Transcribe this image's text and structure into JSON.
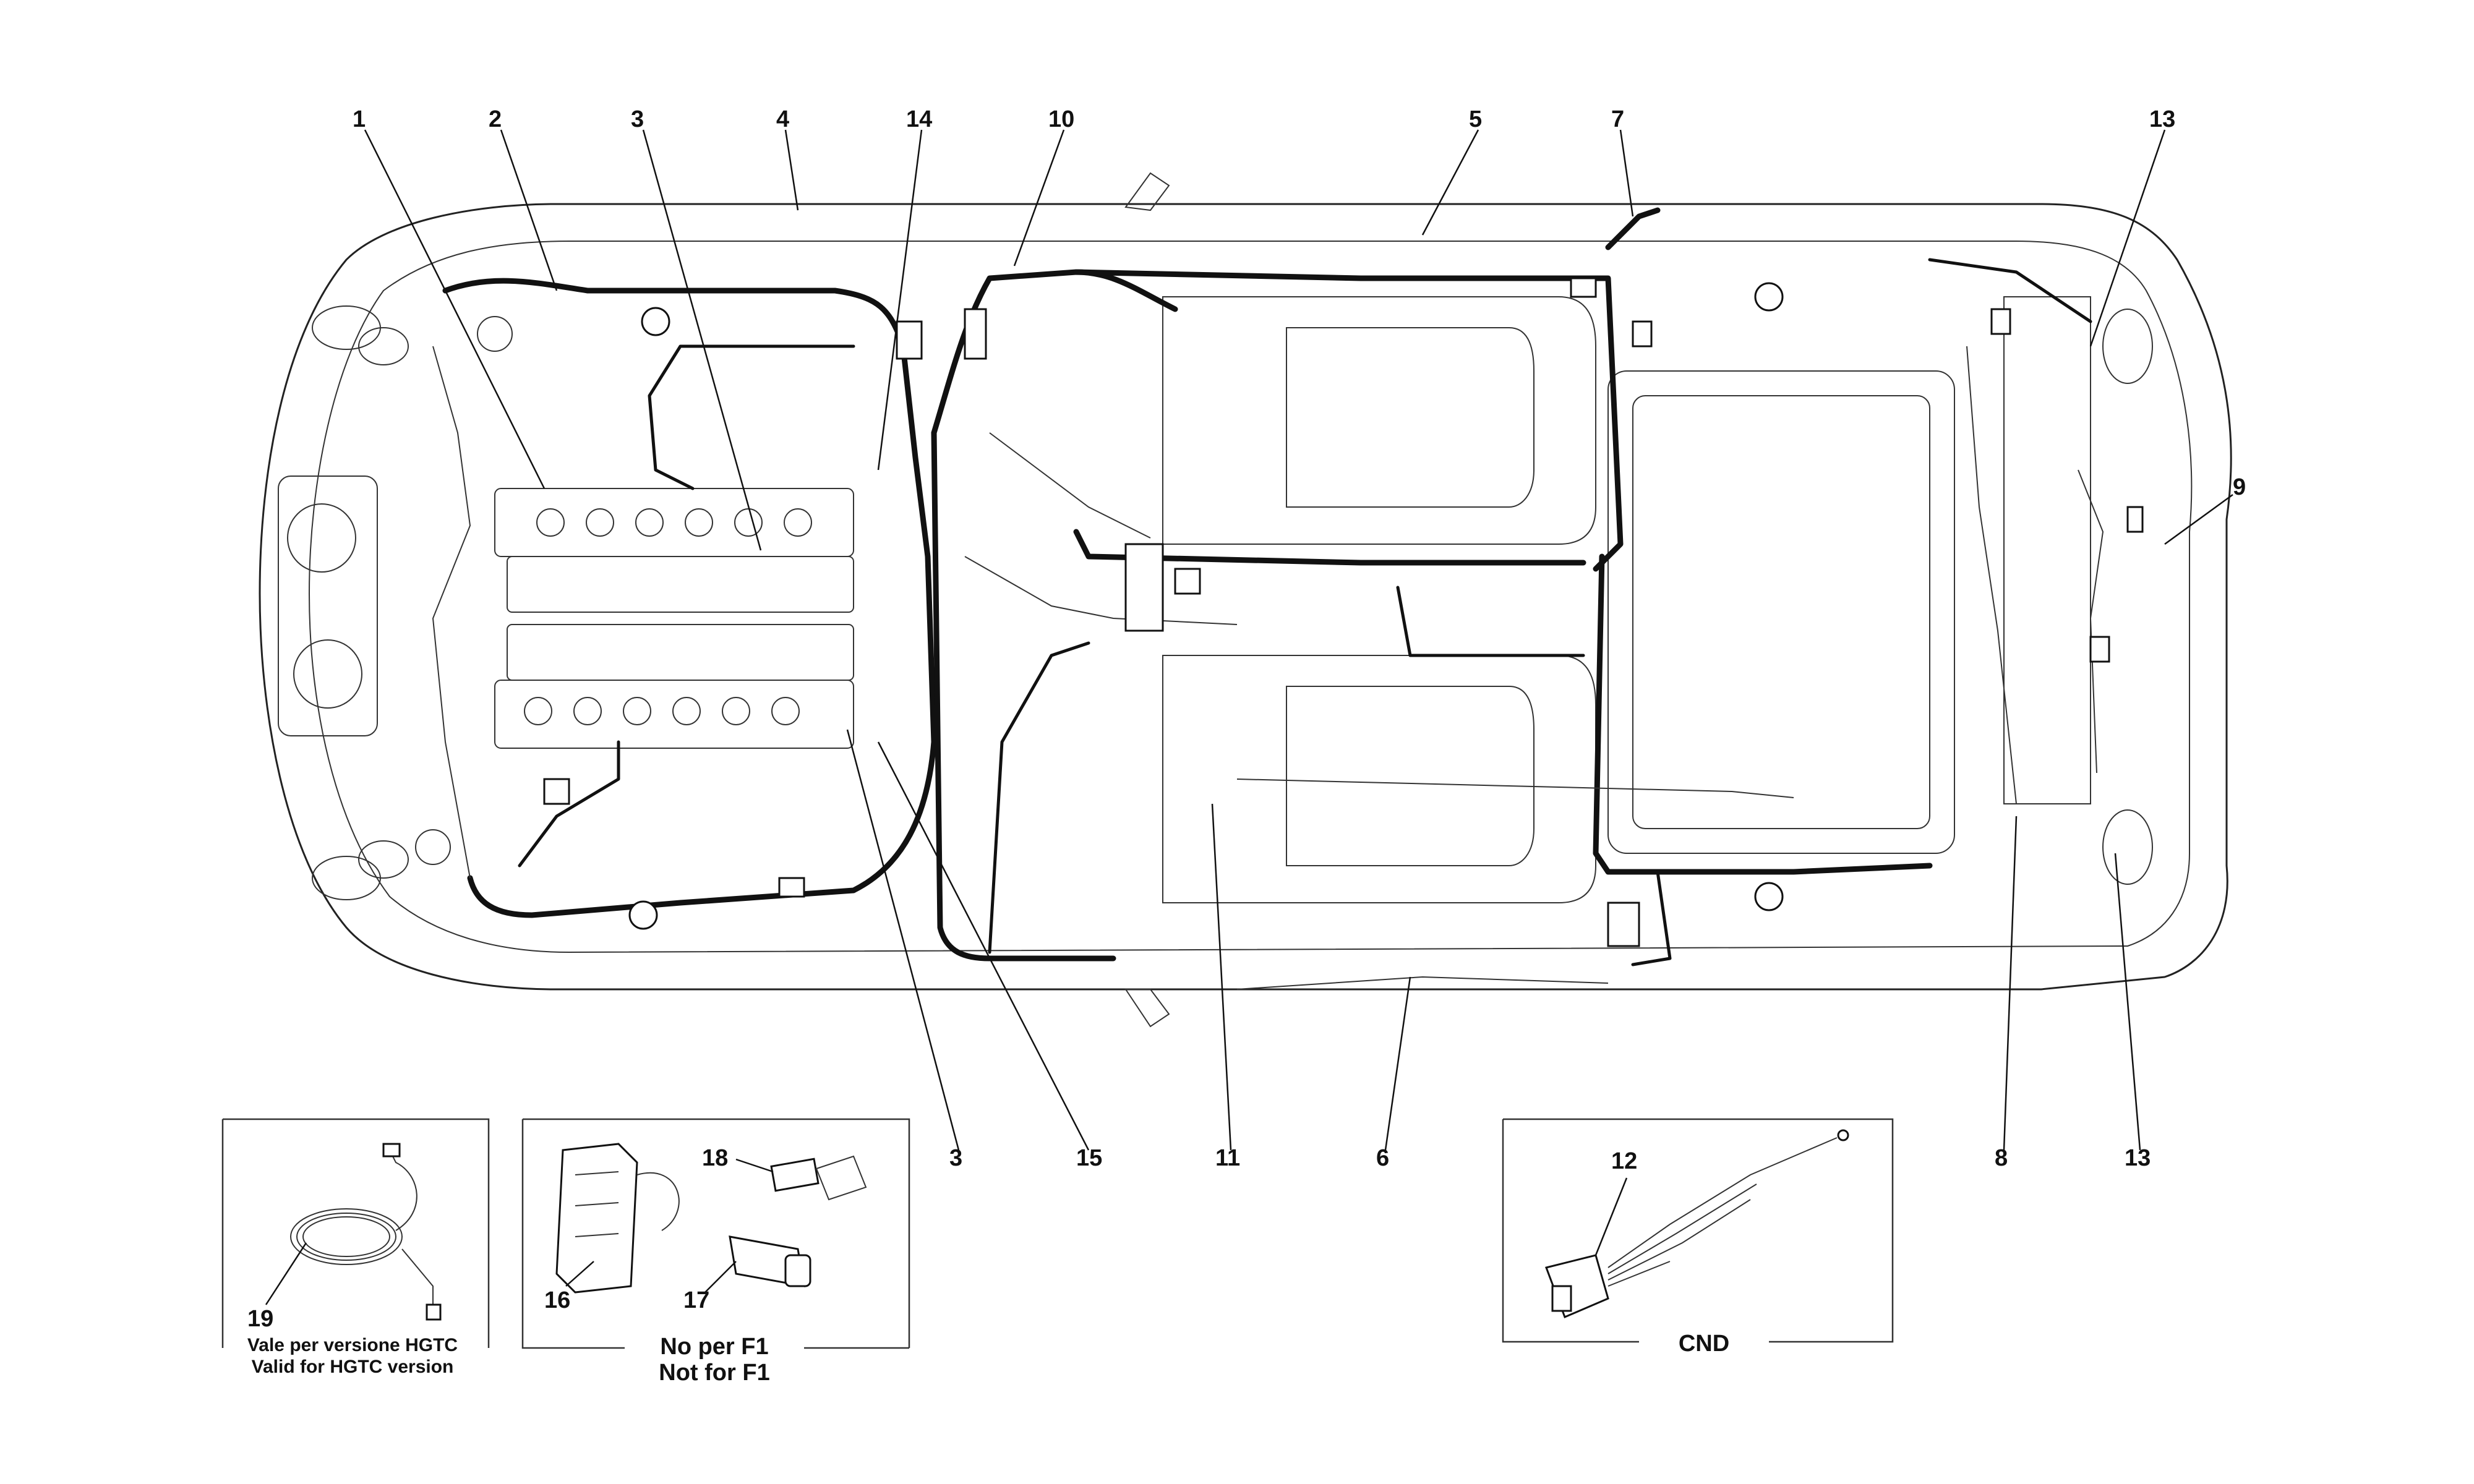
{
  "callouts": [
    "1",
    "2",
    "3",
    "4",
    "14",
    "10",
    "5",
    "7",
    "13",
    "9",
    "3",
    "15",
    "11",
    "6",
    "8",
    "13",
    "12",
    "18",
    "16",
    "17",
    "19"
  ],
  "insets": {
    "hgtc": {
      "part": "19",
      "line1": "Vale per versione HGTC",
      "line2": "Valid for HGTC version"
    },
    "no_f1": {
      "parts": [
        "18",
        "16",
        "17"
      ],
      "line1": "No per F1",
      "line2": "Not for F1"
    },
    "cnd": {
      "part": "12",
      "label": "CND"
    }
  }
}
